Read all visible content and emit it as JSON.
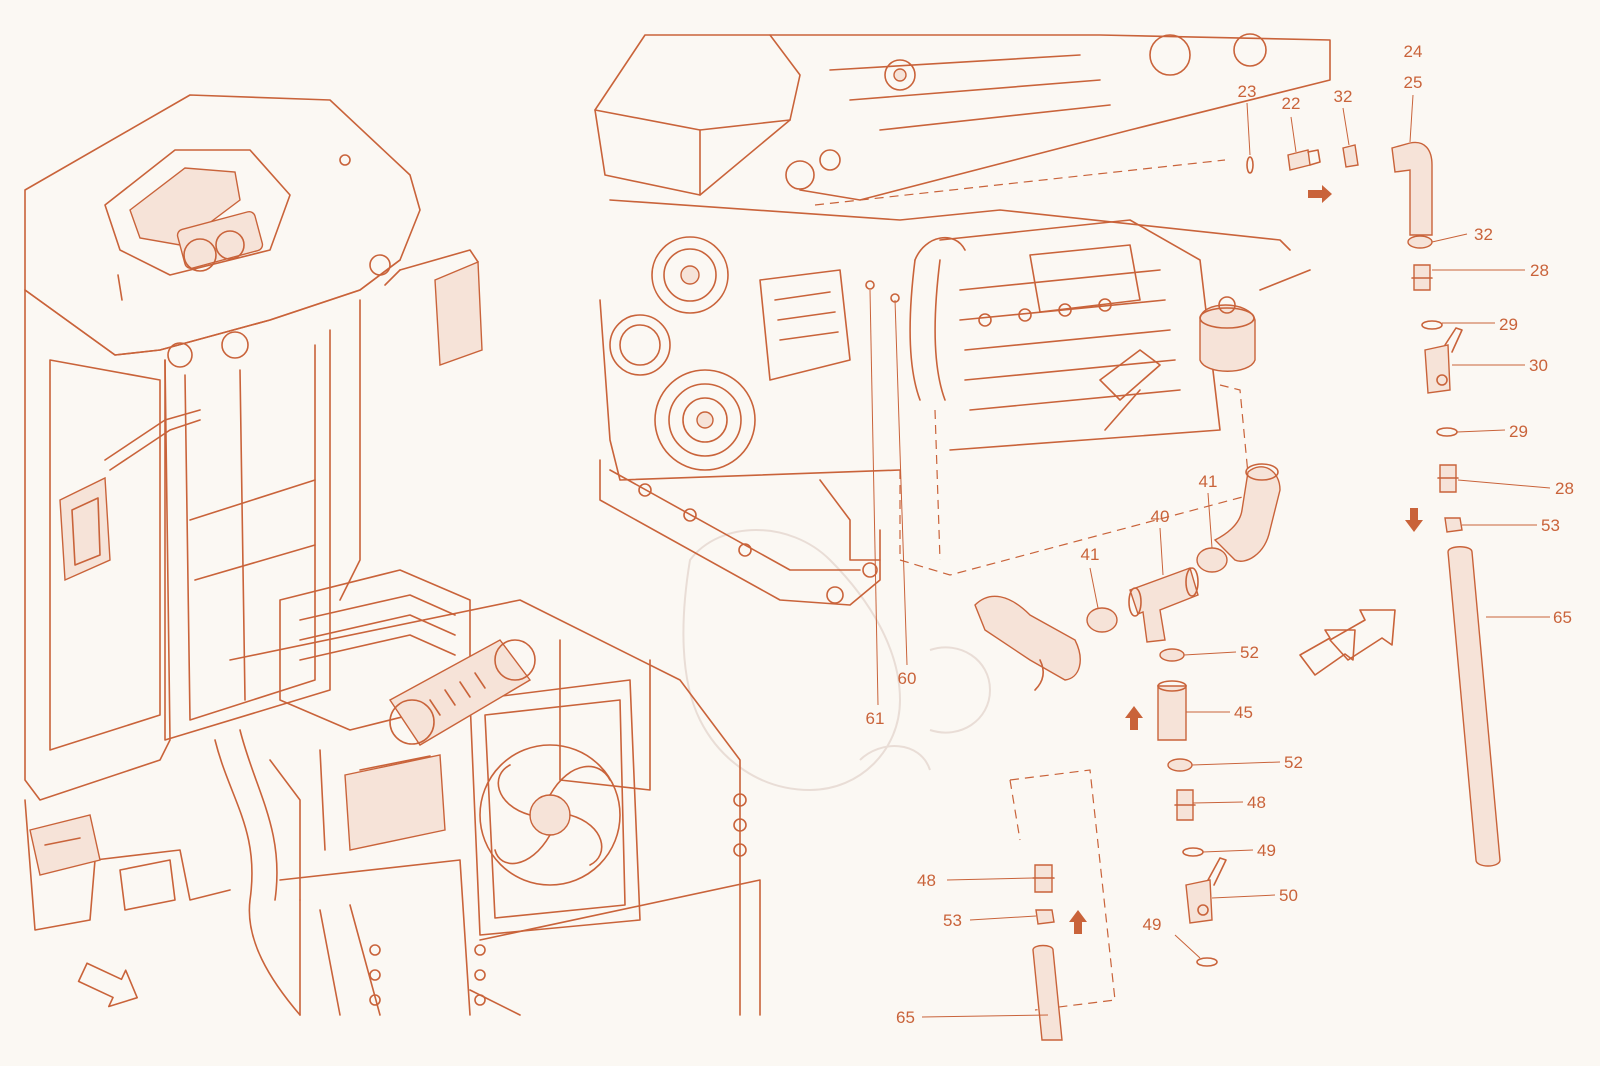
{
  "colors": {
    "ink": "#c9633a",
    "paper": "#fbf8f3",
    "fill": "#f6e3d8"
  },
  "callouts": [
    "24",
    "25",
    "23",
    "22",
    "32",
    "32",
    "28",
    "29",
    "30",
    "29",
    "28",
    "53",
    "65",
    "41",
    "40",
    "41",
    "52",
    "45",
    "52",
    "48",
    "49",
    "50",
    "49",
    "48",
    "53",
    "65",
    "60",
    "61"
  ],
  "flow_arrows": [
    "arrow-right",
    "arrow-down",
    "arrow-up",
    "arrow-up"
  ],
  "view_arrows": [
    "view-arrow-front",
    "view-arrow-rear"
  ]
}
